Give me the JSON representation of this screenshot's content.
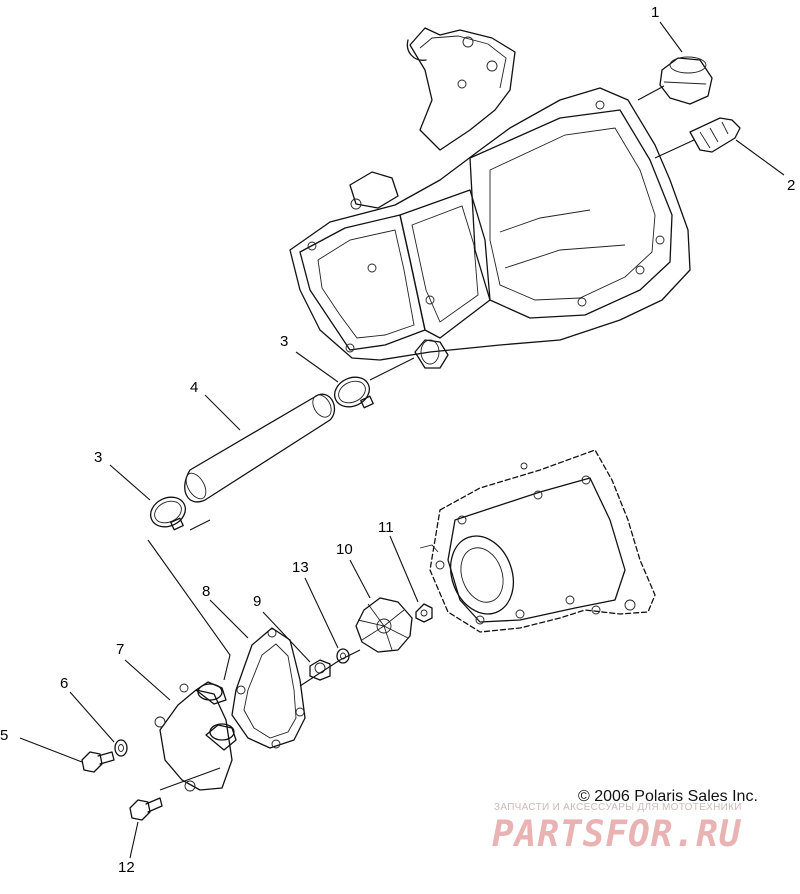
{
  "callouts": {
    "c1": "1",
    "c2": "2",
    "c3a": "3",
    "c3b": "3",
    "c4": "4",
    "c5": "5",
    "c6": "6",
    "c7": "7",
    "c8": "8",
    "c9": "9",
    "c10": "10",
    "c11": "11",
    "c12": "12",
    "c13": "13"
  },
  "footer": {
    "copyright": "© 2006 Polaris Sales Inc.",
    "watermark_top": "ЗАПЧАСТИ И АКСЕССУАРЫ ДЛЯ МОТОТЕХНИКИ",
    "watermark_main": "PARTSFOR.RU"
  },
  "colors": {
    "line": "#111111",
    "background": "#ffffff",
    "watermark": "#e9b3b3"
  }
}
